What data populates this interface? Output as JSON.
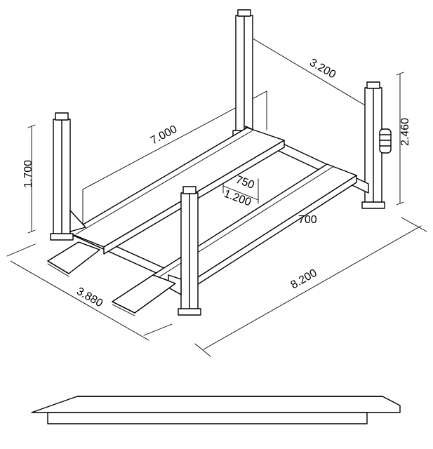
{
  "dimensions": {
    "column_spacing": "3.200",
    "column_height": "2.460",
    "runway_length": "7.000",
    "lift_height": "1.700",
    "inner_width_a": "750",
    "inner_width_b": "1.200",
    "runway_width": "700",
    "overall_width": "3.880",
    "overall_length": "8.200"
  },
  "colors": {
    "line": "#000000",
    "background": "#ffffff"
  }
}
